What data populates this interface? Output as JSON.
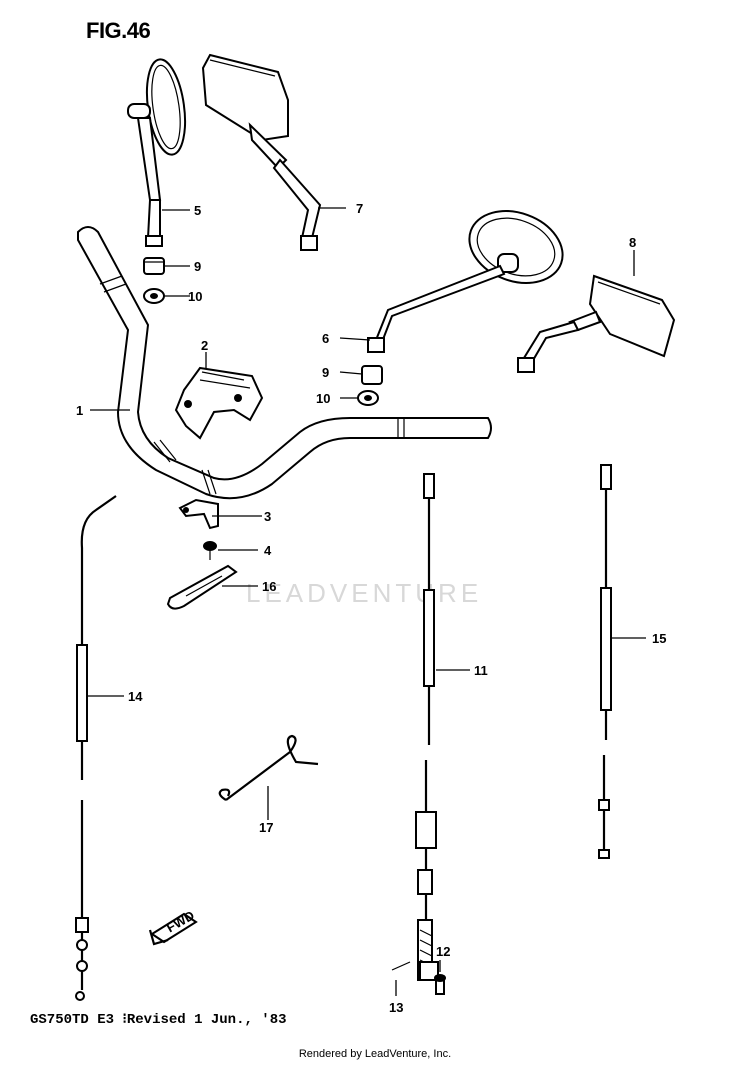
{
  "figure": {
    "title": "FIG.46",
    "model_note": "GS750TD E3 ⁝Revised 1 Jun., '83",
    "footer": "Rendered by LeadVenture, Inc.",
    "watermark": "LEADVENTURE"
  },
  "callouts": [
    {
      "id": "callout-1",
      "number": "1"
    },
    {
      "id": "callout-2",
      "number": "2"
    },
    {
      "id": "callout-3",
      "number": "3"
    },
    {
      "id": "callout-4",
      "number": "4"
    },
    {
      "id": "callout-5",
      "number": "5"
    },
    {
      "id": "callout-6",
      "number": "6"
    },
    {
      "id": "callout-7",
      "number": "7"
    },
    {
      "id": "callout-8",
      "number": "8"
    },
    {
      "id": "callout-9a",
      "number": "9"
    },
    {
      "id": "callout-9b",
      "number": "9"
    },
    {
      "id": "callout-10a",
      "number": "10"
    },
    {
      "id": "callout-10b",
      "number": "10"
    },
    {
      "id": "callout-11",
      "number": "11"
    },
    {
      "id": "callout-12",
      "number": "12"
    },
    {
      "id": "callout-13",
      "number": "13"
    },
    {
      "id": "callout-14",
      "number": "14"
    },
    {
      "id": "callout-15",
      "number": "15"
    },
    {
      "id": "callout-16",
      "number": "16"
    },
    {
      "id": "callout-17",
      "number": "17"
    }
  ],
  "fwd_arrow_label": "FWD"
}
